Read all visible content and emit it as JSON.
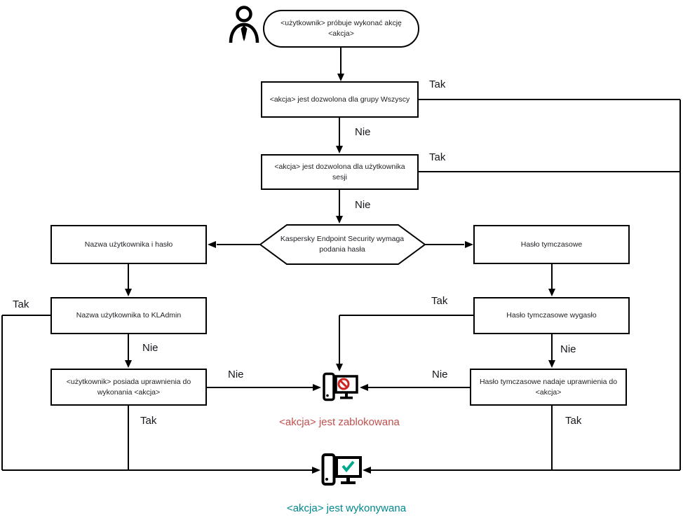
{
  "labels": {
    "tak": "Tak",
    "nie": "Nie"
  },
  "nodes": {
    "start": "<użytkownik> próbuje wykonać akcję <akcja>",
    "allowed_for_everyone": "<akcja> jest dozwolona dla grupy Wszyscy",
    "allowed_for_session_user": "<akcja> jest dozwolona dla użytkownika sesji",
    "password_required": "Kaspersky Endpoint Security wymaga podania hasła",
    "username_and_password": "Nazwa użytkownika i hasło",
    "temporary_password": "Hasło tymczasowe",
    "username_is_kladmin": "Nazwa użytkownika to KLAdmin",
    "temporary_password_expired": "Hasło tymczasowe wygasło",
    "user_has_permissions": "<użytkownik> posiada uprawnienia do wykonania <akcja>",
    "temporary_password_grants": "Hasło tymczasowe nadaje uprawnienia do <akcja>",
    "action_blocked": "<akcja> jest zablokowana",
    "action_executed": "<akcja> jest wykonywana"
  },
  "colors": {
    "blocked_text": "#c0504d",
    "executed_text": "#00888f",
    "prohibited_icon": "#cc2222",
    "check_icon": "#00a88e",
    "line": "#000000"
  }
}
